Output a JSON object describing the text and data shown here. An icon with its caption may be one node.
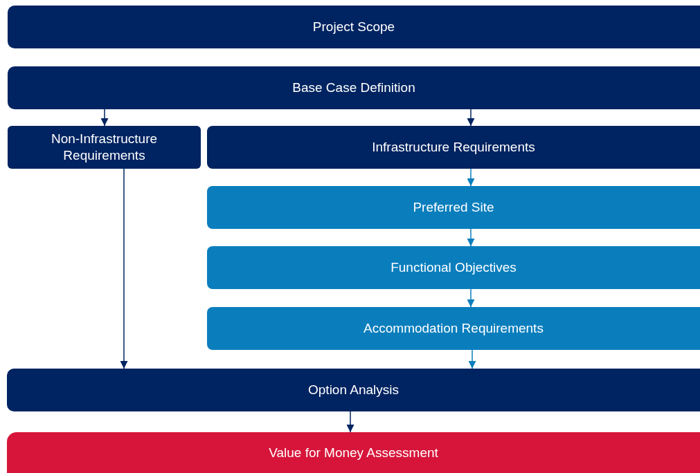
{
  "diagram": {
    "nodes": [
      {
        "text": [
          "Project Scope"
        ]
      },
      {
        "text": [
          "Base Case Definition"
        ]
      },
      {
        "text": [
          "Non-Infrastructure Requirements"
        ]
      },
      {
        "text": [
          "Infrastructure Requirements"
        ]
      },
      {
        "text": [
          "Preferred Site"
        ]
      },
      {
        "text": [
          "Functional Objectives"
        ]
      },
      {
        "text": [
          "Accommodation Requirements"
        ]
      },
      {
        "text": [
          "Option Analysis"
        ]
      },
      {
        "text": [
          "Value for Money Assessment"
        ]
      }
    ],
    "edges": [
      {
        "from": 1,
        "to": 2,
        "arrow": "to"
      },
      {
        "from": 1,
        "to": 3,
        "arrow": "to"
      },
      {
        "from": 3,
        "to": 4,
        "arrow": "to",
        "color": "#0a7ebd"
      },
      {
        "from": 4,
        "to": 5,
        "arrow": "to",
        "color": "#0a7ebd"
      },
      {
        "from": 5,
        "to": 6,
        "arrow": "to",
        "color": "#0a7ebd"
      },
      {
        "from": 6,
        "to": 7,
        "arrow": "to",
        "color": "#0a7ebd"
      },
      {
        "from": 2,
        "to": 7,
        "arrow": "to"
      },
      {
        "from": 7,
        "to": 8,
        "arrow": "to"
      }
    ]
  }
}
